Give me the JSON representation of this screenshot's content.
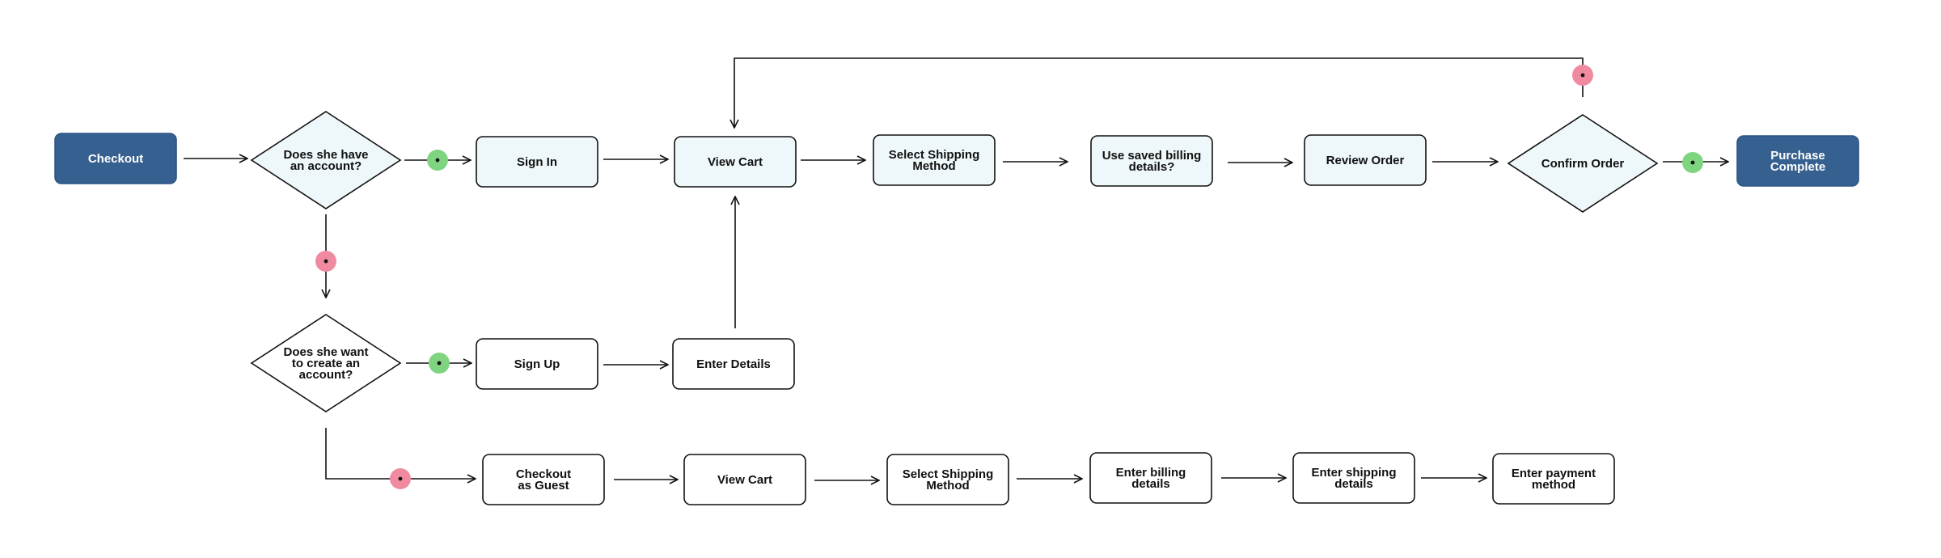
{
  "colors": {
    "primary_fill": "#36608f",
    "process_fill": "#eef8fb",
    "white_fill": "#ffffff",
    "yes_marker": "#7fd47f",
    "no_marker": "#f08aa0",
    "line": "#111111"
  },
  "nodes": [
    {
      "id": "checkout",
      "shape": "terminal",
      "label": "Checkout"
    },
    {
      "id": "has-account",
      "shape": "decision",
      "label": "Does she have an account?"
    },
    {
      "id": "sign-in",
      "shape": "process",
      "label": "Sign In"
    },
    {
      "id": "view-cart-1",
      "shape": "process",
      "label": "View Cart"
    },
    {
      "id": "select-shipping-1",
      "shape": "process",
      "label": "Select Shipping Method"
    },
    {
      "id": "use-saved-billing",
      "shape": "process",
      "label": "Use saved billing details?"
    },
    {
      "id": "review-order",
      "shape": "process",
      "label": "Review Order"
    },
    {
      "id": "confirm-order",
      "shape": "decision",
      "label": "Confirm Order"
    },
    {
      "id": "purchase-complete",
      "shape": "terminal",
      "label": "Purchase Complete"
    },
    {
      "id": "create-account",
      "shape": "decision",
      "label": "Does she want to create an account?"
    },
    {
      "id": "sign-up",
      "shape": "process-plain",
      "label": "Sign Up"
    },
    {
      "id": "enter-details",
      "shape": "process-plain",
      "label": "Enter Details"
    },
    {
      "id": "checkout-guest",
      "shape": "process-plain",
      "label": "Checkout as Guest"
    },
    {
      "id": "view-cart-2",
      "shape": "process-plain",
      "label": "View Cart"
    },
    {
      "id": "select-shipping-2",
      "shape": "process-plain",
      "label": "Select Shipping Method"
    },
    {
      "id": "enter-billing",
      "shape": "process-plain",
      "label": "Enter billing details"
    },
    {
      "id": "enter-shipping",
      "shape": "process-plain",
      "label": "Enter shipping details"
    },
    {
      "id": "enter-payment",
      "shape": "process-plain",
      "label": "Enter payment method"
    }
  ],
  "edges": [
    {
      "from": "checkout",
      "to": "has-account"
    },
    {
      "from": "has-account",
      "to": "sign-in",
      "branch": "yes"
    },
    {
      "from": "has-account",
      "to": "create-account",
      "branch": "no"
    },
    {
      "from": "sign-in",
      "to": "view-cart-1"
    },
    {
      "from": "view-cart-1",
      "to": "select-shipping-1"
    },
    {
      "from": "select-shipping-1",
      "to": "use-saved-billing"
    },
    {
      "from": "use-saved-billing",
      "to": "review-order"
    },
    {
      "from": "review-order",
      "to": "confirm-order"
    },
    {
      "from": "confirm-order",
      "to": "purchase-complete",
      "branch": "yes"
    },
    {
      "from": "confirm-order",
      "to": "view-cart-1",
      "branch": "no"
    },
    {
      "from": "create-account",
      "to": "sign-up",
      "branch": "yes"
    },
    {
      "from": "create-account",
      "to": "checkout-guest",
      "branch": "no"
    },
    {
      "from": "sign-up",
      "to": "enter-details"
    },
    {
      "from": "enter-details",
      "to": "view-cart-1"
    },
    {
      "from": "checkout-guest",
      "to": "view-cart-2"
    },
    {
      "from": "view-cart-2",
      "to": "select-shipping-2"
    },
    {
      "from": "select-shipping-2",
      "to": "enter-billing"
    },
    {
      "from": "enter-billing",
      "to": "enter-shipping"
    },
    {
      "from": "enter-shipping",
      "to": "enter-payment"
    }
  ]
}
